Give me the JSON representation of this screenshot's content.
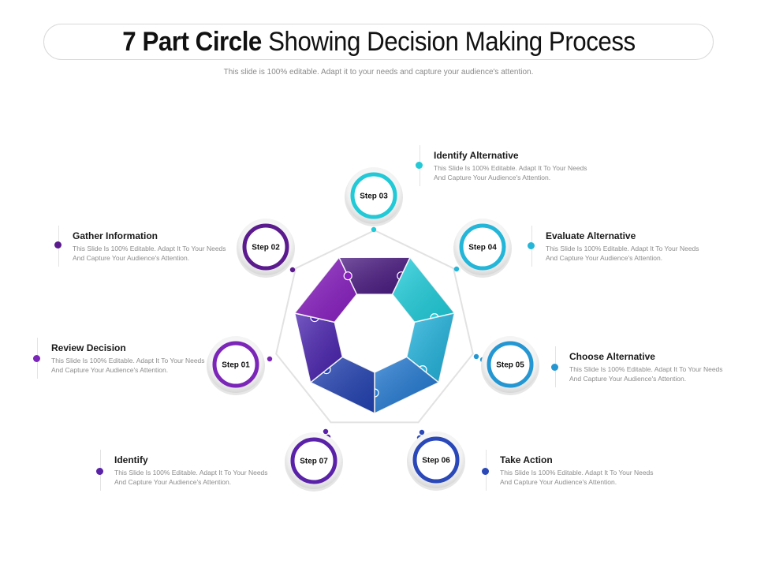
{
  "title": {
    "bold": "7 Part Circle",
    "rest": "Showing Decision Making Process"
  },
  "subtitle": "This slide is 100% editable.  Adapt it to your needs  and capture  your audience's  attention.",
  "steps": [
    {
      "label": "Step 01",
      "heading": "Review  Decision",
      "text": "This Slide Is 100% Editable. Adapt It To Your Needs And Capture Your Audience's Attention.",
      "color": "#7b26b8"
    },
    {
      "label": "Step 02",
      "heading": "Gather Information",
      "text": "This Slide Is 100% Editable. Adapt It To Your Needs And Capture Your Audience's Attention.",
      "color": "#5b1b8e"
    },
    {
      "label": "Step 03",
      "heading": "Identify Alternative",
      "text": "This Slide Is 100% Editable. Adapt It To Your Needs And Capture Your Audience's Attention.",
      "color": "#22c9d6"
    },
    {
      "label": "Step 04",
      "heading": "Evaluate Alternative",
      "text": "This Slide Is 100% Editable. Adapt It To Your Needs And Capture Your Audience's Attention.",
      "color": "#23b6d8"
    },
    {
      "label": "Step 05",
      "heading": "Choose Alternative",
      "text": "This Slide Is 100% Editable. Adapt It To Your Needs And Capture Your Audience's Attention.",
      "color": "#2497d3"
    },
    {
      "label": "Step 06",
      "heading": "Take Action",
      "text": "This Slide Is 100% Editable. Adapt It To Your Needs And Capture Your Audience's Attention.",
      "color": "#2a48b8"
    },
    {
      "label": "Step 07",
      "heading": "Identify",
      "text": "This Slide Is 100% Editable. Adapt It To Your Needs And Capture Your Audience's Attention.",
      "color": "#5a22a8"
    }
  ],
  "segment_colors": [
    "#4a1a82",
    "#1fd0de",
    "#21b4de",
    "#2078d2",
    "#2343b4",
    "#4a23b0",
    "#8a1fc4"
  ]
}
